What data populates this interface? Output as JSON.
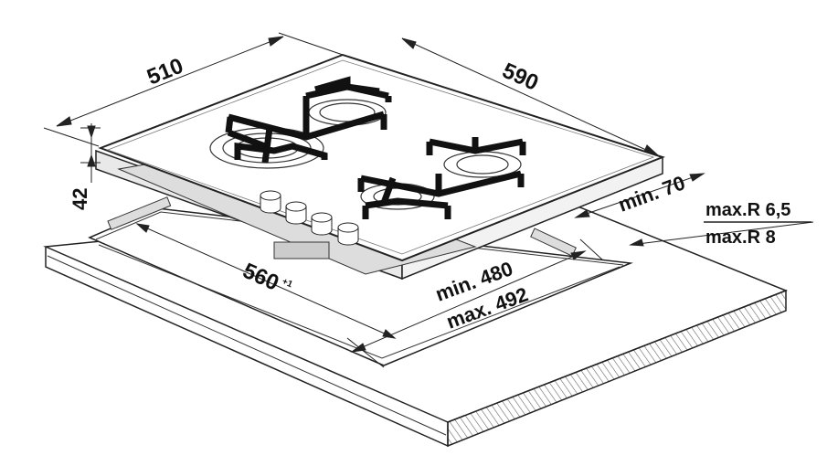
{
  "labels": {
    "width": "510",
    "depth": "590",
    "height": "42",
    "clearance": "min. 70",
    "radius_top": "max.R 6,5",
    "radius_bottom": "max.R 8",
    "cutout_length": "560",
    "cutout_length_tol": "+1",
    "cutout_depth_min": "min. 480",
    "cutout_depth_max": "max. 492"
  },
  "colors": {
    "ink": "#111111",
    "background": "#ffffff"
  }
}
